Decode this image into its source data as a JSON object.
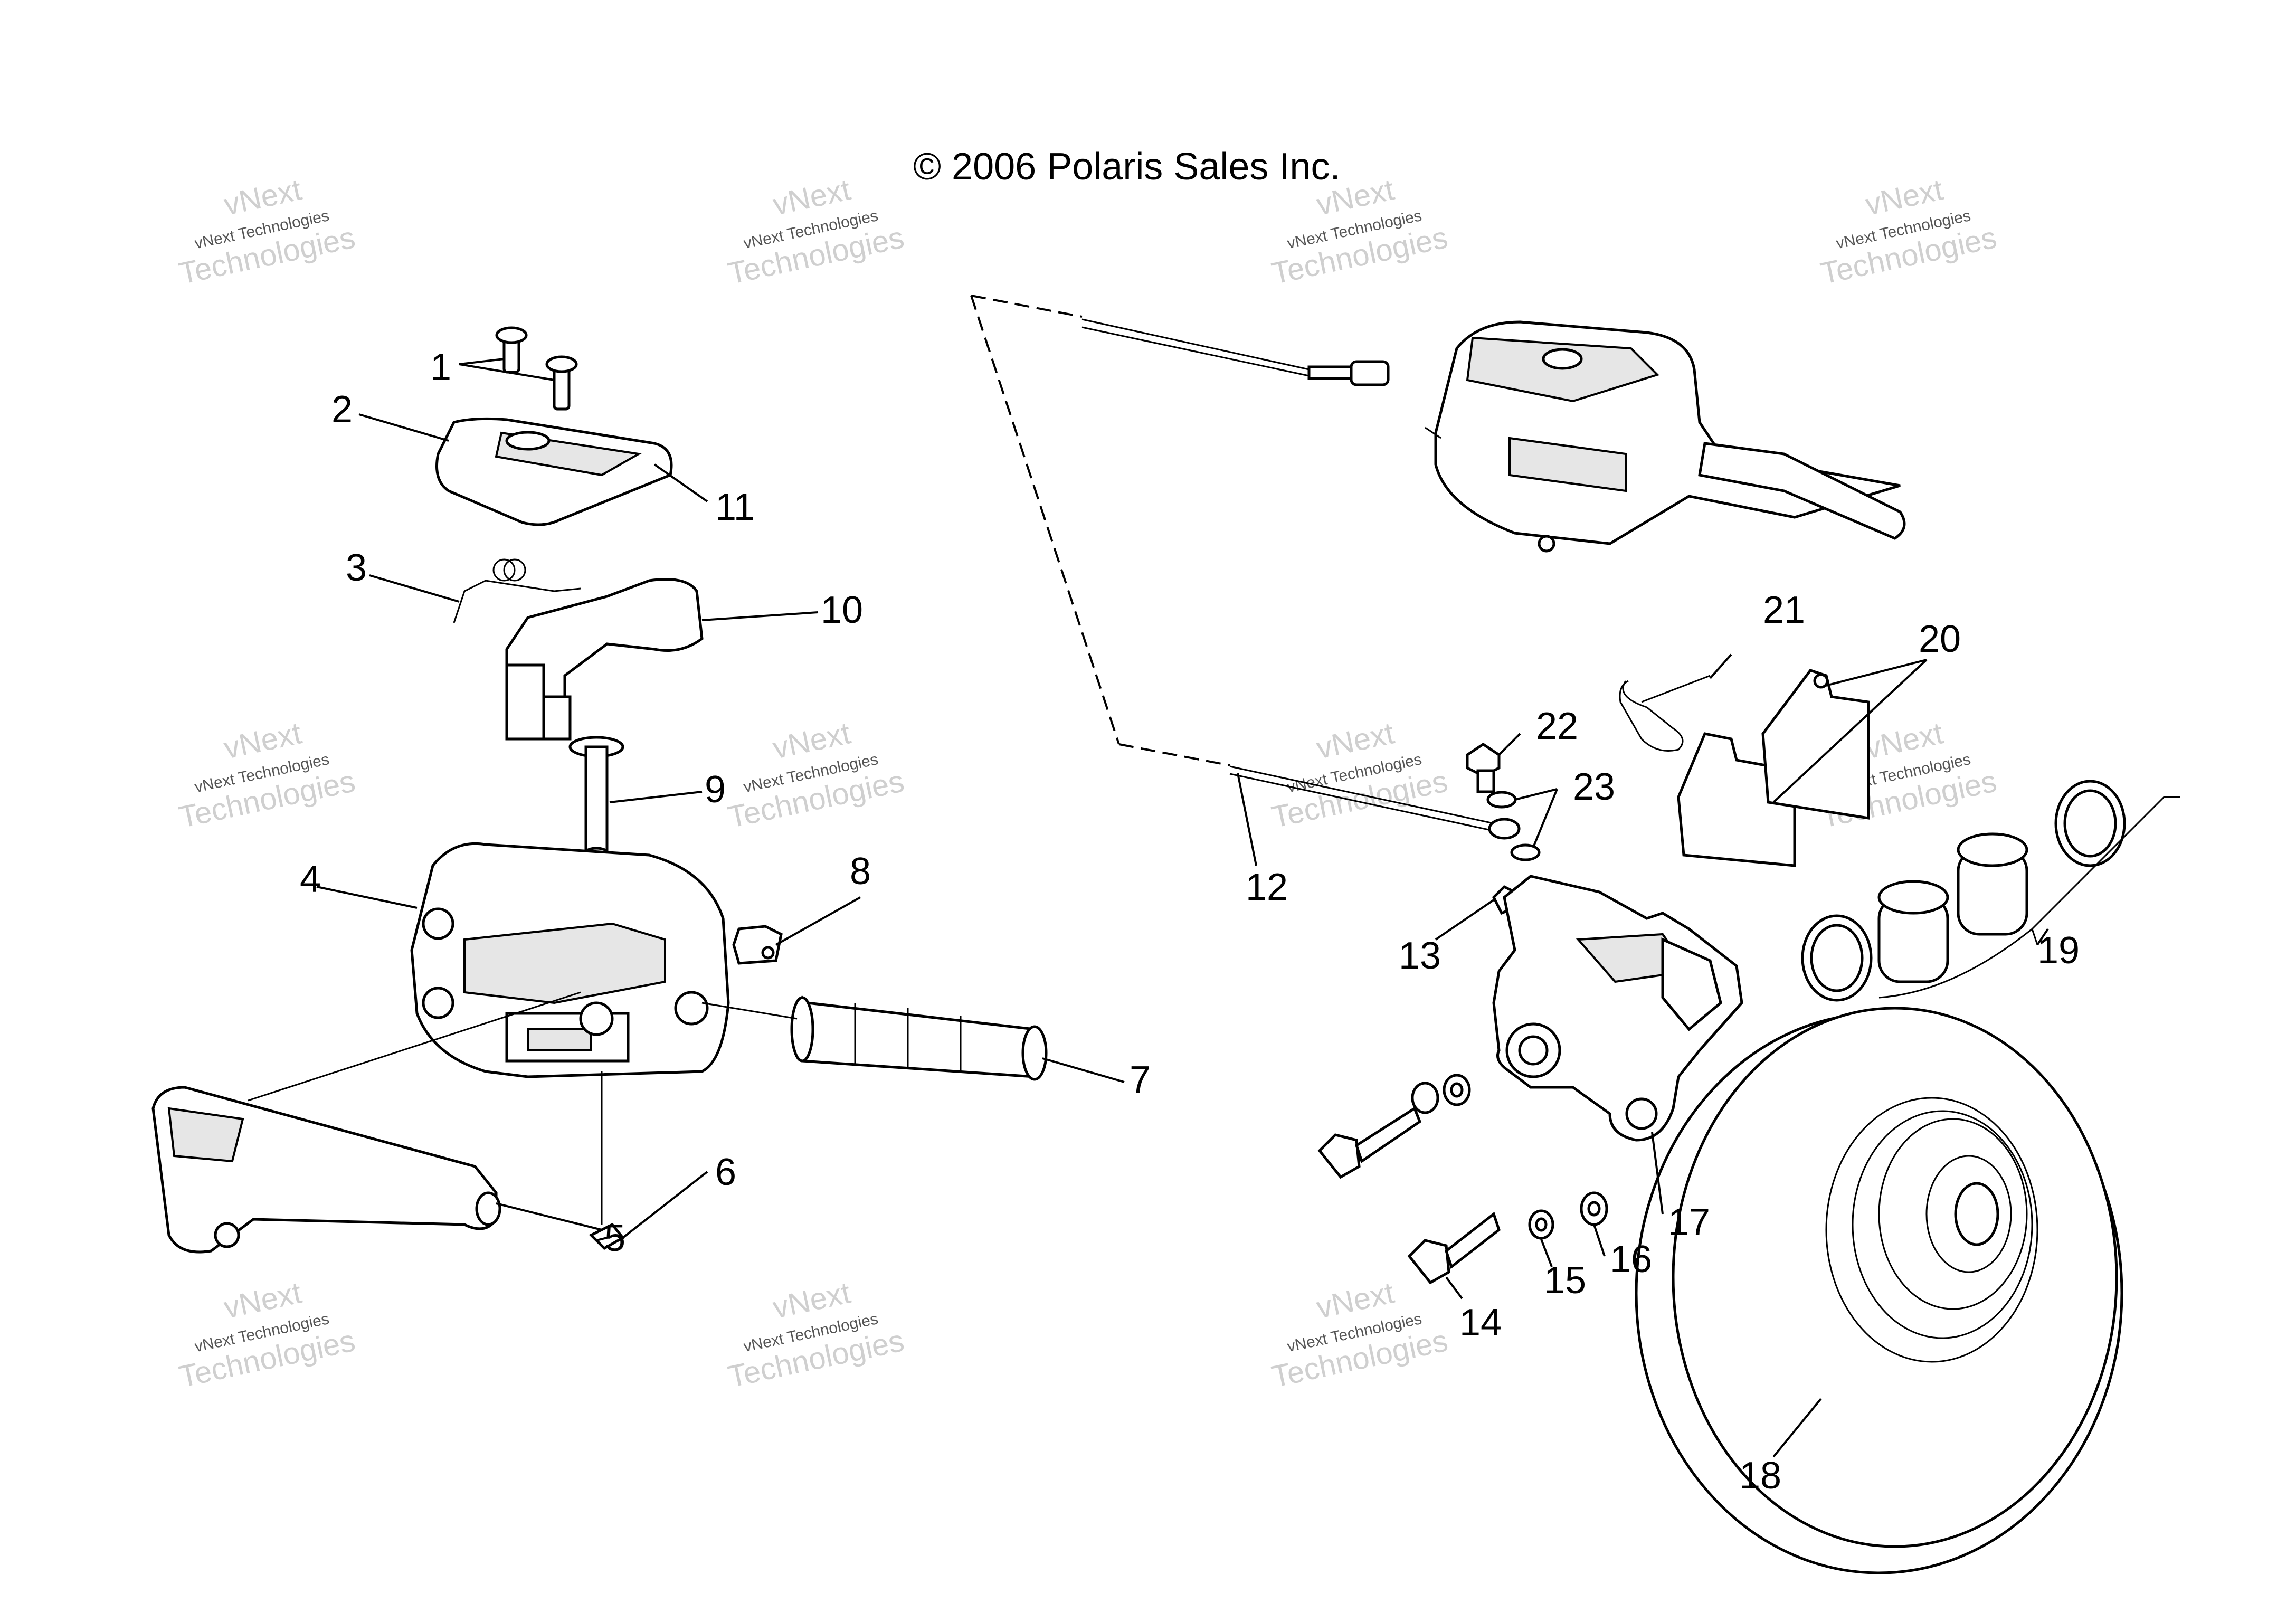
{
  "copyright": "© 2006 Polaris Sales Inc.",
  "watermark": {
    "line1": "vNext",
    "line2": "vNext Technologies",
    "line3": "Technologies"
  },
  "callouts": [
    "1",
    "2",
    "3",
    "4",
    "5",
    "6",
    "7",
    "8",
    "9",
    "10",
    "11",
    "12",
    "13",
    "14",
    "15",
    "16",
    "17",
    "18",
    "19",
    "20",
    "21",
    "22",
    "23"
  ]
}
